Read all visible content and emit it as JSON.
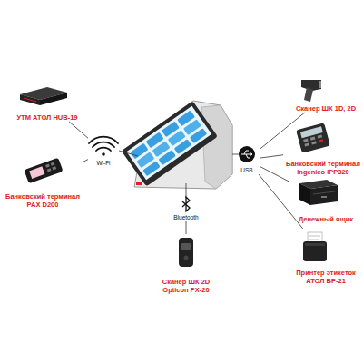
{
  "diagram": {
    "nodes": [
      {
        "text": [
          "УТМ АТОЛ HUB-19"
        ]
      },
      {
        "text": [
          "Wi-Fi"
        ]
      },
      {
        "text": [
          "Банковский терминал PAX D200"
        ]
      },
      {
        "text": [
          "Bluetooth"
        ]
      },
      {
        "text": [
          "Сканер ШК 2D Opticon PX-20"
        ]
      },
      {
        "text": [
          "USB"
        ]
      },
      {
        "text": [
          "Сканер ШК 1D, 2D"
        ]
      },
      {
        "text": [
          "Банковский терминал Ingenico IPP320"
        ]
      },
      {
        "text": [
          "Денежный ящик"
        ]
      },
      {
        "text": [
          "Принтер этикеток АТОЛ BP-21"
        ]
      }
    ],
    "edges": [
      {
        "from": 1,
        "to": 0,
        "arrow": "none"
      },
      {
        "from": 1,
        "to": 2,
        "arrow": "none"
      },
      {
        "from": 3,
        "to": 4,
        "arrow": "none"
      },
      {
        "from": 5,
        "to": 6,
        "arrow": "none"
      },
      {
        "from": 5,
        "to": 7,
        "arrow": "none"
      },
      {
        "from": 5,
        "to": 8,
        "arrow": "none"
      },
      {
        "from": 5,
        "to": 9,
        "arrow": "none"
      }
    ]
  }
}
